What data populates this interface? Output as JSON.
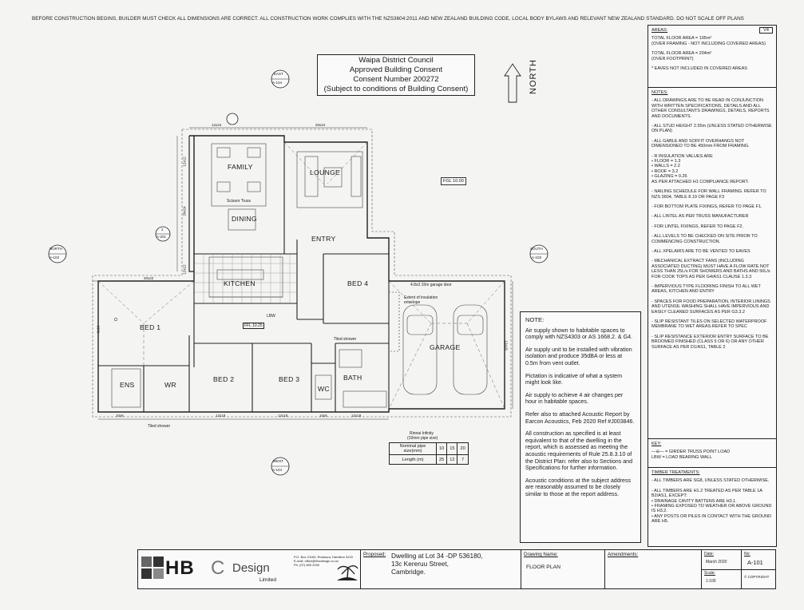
{
  "header_note": "BEFORE CONSTRUCTION BEGINS, BUILDER MUST CHECK ALL DIMENSIONS ARE CORRECT.  ALL CONSTRUCTION WORK COMPLIES WITH THE NZS3604:2011 AND NEW ZEALAND BUILDING CODE, LOCAL BODY BYLAWS AND RELEVANT NEW ZEALAND STANDARD. DO NOT SCALE OFF PLANS",
  "approval_stamp": {
    "line1": "Waipa District Council",
    "line2": "Approved Building Consent",
    "line3": "Consent Number 200272",
    "line4": "(Subject to conditions of Building Consent)"
  },
  "north_label": "NORTH",
  "fgl": "FGL 10.00",
  "ffl": "FFL 10.25",
  "rooms": {
    "family": "FAMILY",
    "lounge": "LOUNGE",
    "dining": "DINING",
    "kitchen": "KITCHEN",
    "entry": "ENTRY",
    "bed1": "BED 1",
    "bed2": "BED 2",
    "bed3": "BED 3",
    "bed4": "BED 4",
    "ens": "ENS",
    "wr": "WR",
    "bath": "BATH",
    "wc": "WC",
    "garage": "GARAGE"
  },
  "plan_labels": {
    "scissor_truss": "Scissor Truss",
    "garage_door": "4.8x2.15m garage door",
    "insulation": "Extent of insulation envelope",
    "tiled_shower": "Tiled shower",
    "tiled_shower_2": "Tiled shower",
    "rinnai": "Rinnai Infinity",
    "rinnai_size": "(10mm pipe size)",
    "lbw": "LBW"
  },
  "section_markers": {
    "east": {
      "dir": "EAST",
      "ref": "A-104"
    },
    "west": {
      "dir": "WEST",
      "ref": "A-104"
    },
    "north": {
      "dir": "NORTH",
      "ref": "A-103"
    },
    "south": {
      "dir": "SOUTH",
      "ref": "A-103"
    },
    "detail": {
      "num": "2",
      "ref": "A-201"
    }
  },
  "dimensions": {
    "top1": "12x24",
    "top2": "20x24",
    "left1": "12x12",
    "left2": "20x24",
    "left3": "12x12",
    "bed1_top": "20x22",
    "side_6x16": "6x16",
    "bot1": "10x6",
    "bot2": "12x18",
    "bot3": "12x18",
    "bot4": "10x6",
    "bot5": "12x18",
    "right1": "12x18"
  },
  "pipe_table": {
    "row1_label": "Nominal pipe size(mm)",
    "row1": [
      "10",
      "15",
      "20"
    ],
    "row2_label": "Length (m)",
    "row2": [
      "25",
      "12",
      "7"
    ]
  },
  "note_box": {
    "title": "NOTE:",
    "p1": "Air supply shown to habitable spaces to comply with NZS4303 or AS 1668.2. & G4.",
    "p2": "Air supply unit to be installed with vibration isolation and produce 35dBA or less at 0.5m from vent outlet.",
    "p3": "Pictation is indicative of what a system might look like.",
    "p4": "Air supply to achieve 4 air changes per hour in habitable spaces.",
    "p5": "Refer also to attached Acoustic Report by Earcon Acoustics, Feb 2020 Ref #J003846.",
    "p6": "All construction as specified is at least equivalent to that of the dwelling in the report, which is assessed as meeting the acoustic requirements of Rule 25.8.3.10 of the District Plan: refer also to Sections and Specifications for further information.",
    "p7": "Acoustic conditions at the subject address are reasonably assumed to be closely similar to those at the report address."
  },
  "areas": {
    "title": "AREAS:",
    "version": "V4",
    "floor1": "TOTAL FLOOR AREA   = 195m²",
    "floor1_note": "(OVER FRAMING  - NOT INCLUDING COVERED AREAS)",
    "floor2": "TOTAL FLOOR AREA   = 204m²",
    "floor2_note": "(OVER FOOTPRINT)",
    "eaves": "* EAVES NOT INCLUDED IN COVERED AREAS"
  },
  "notes": {
    "title": "NOTES:",
    "items": [
      "- ALL DRAWINGS ARE TO BE READ IN CONJUNCTION WITH WRITTEN SPECIFICATIONS, DETAILS AND ALL OTHER CONSULTANTS DRAWINGS, DETAILS, REPORTS AND DOCUMENTS.",
      "- ALL STUD HEIGHT 2.55m (UNLESS STATED OTHERWISE ON PLAN)",
      "- ALL GABLE AND SOFFIT OVERHANGS NOT DIMENSIONED TO BE 450mm FROM FRAMING.",
      "- R INSULATION VALUES ARE\n   • FLOOR    = 1.3\n   • WALLS    = 2.2\n   • ROOF     = 3.2\n   • GLAZING  = 0.26\nAS PER ATTACHED H1 COMPLIANCE REPORT.",
      "- NAILING SCHEDULE FOR WALL FRAMING. REFER TO NZS 3604, TABLE 8.19  OR PAGE F3",
      "- FOR BOTTOM PLATE FIXINGS, REFER TO PAGE F1.",
      "- ALL LINTEL AS PER TRUSS MANUFACTURER",
      "- FOR LINTEL FIXINGS, REFER TO PAGE F2.",
      "- ALL LEVELS TO BE CHECKED ON SITE PRIOR TO COMMENCING CONSTRUCTION.",
      "- ALL XPELAIRS ARE TO BE VENTED TO EAVES",
      "- MECHANICAL EXTRACT FANS (INCLUDING ASSOCIATED DUCTING) MUST HAVE A FLOW RATE NOT LESS THAN 25L/s FOR SHOWERS AND BATHS AND 50L/s FOR COOK TOPS AS PER G4/AS1 CLAUSE 1.3.3",
      "- IMPERVIOUS TYPE FLOORING FINISH TO ALL WET AREAS, KITCHEN AND ENTRY",
      "- SPACES FOR FOOD PREPARATION, INTERIOR LININGS AND UTENSIL WASHING SHALL HAVE IMPERVIOUS AND EASILY CLEANED SURFACES AS PER G3.3.2",
      "- SLIP RESISTANT TILES ON SELECTED WATERPROOF MEMBRANE TO WET AREAS.REFER TO SPEC",
      "- SLIP RESISTANCE EXTERIOR ENTRY SURFACE TO BE BROOMED FINISHED (CLASS 5 OR 6) OR ANY OTHER SURFACE AS PER D1/AS1, TABLE 2"
    ]
  },
  "key": {
    "title": "KEY:",
    "girder": "= GIRDER TRUSS POINT LOAD",
    "lbw": "LBW   = LOAD BEARING WALL"
  },
  "timber": {
    "title": "TIMBER TREATMENTS:",
    "items": [
      "- ALL TIMBERS ARE SG8, UNLESS STATED OTHERWISE.",
      "- ALL TIMBERS ARE H1.2 TREATED AS PER TABLE 1A B2/AS1, EXCEPT:\n     • DRAINAGE CAVITY BATTENS ARE H3.1.\n     • FRAMING EXPOSED TO WEATHER OR ABOVE GROUND IS H3.2.\n     • ANY POSTS OR PILES IN CONTACT WITH THE GROUND ARE H5."
    ]
  },
  "title_block": {
    "logo_hb": "HB",
    "logo_c": "C",
    "logo_design": "Design",
    "logo_limited": "Limited",
    "contact1": "P.O. Box 21169, Rotokura, Hamilton 3215",
    "contact2": "E-mail: office@hbcdesign.co.nz",
    "contact3": "Ph: (07) 853 2000",
    "proposed_label": "Proposed:",
    "proposed_line1": "Dwelling at Lot 34 -DP 536180,",
    "proposed_line2": "13c Kereruu Street,",
    "proposed_line3": "Cambridge.",
    "drawing_label": "Drawing Name:",
    "drawing_name": "FLOOR PLAN",
    "amendments_label": "Amendments:",
    "date_label": "Date:",
    "date": "March 2020",
    "no_label": "No:",
    "no": "A-101",
    "scale_label": "Scale:",
    "scale": "1:100",
    "copyright": "COPYRIGHT"
  }
}
